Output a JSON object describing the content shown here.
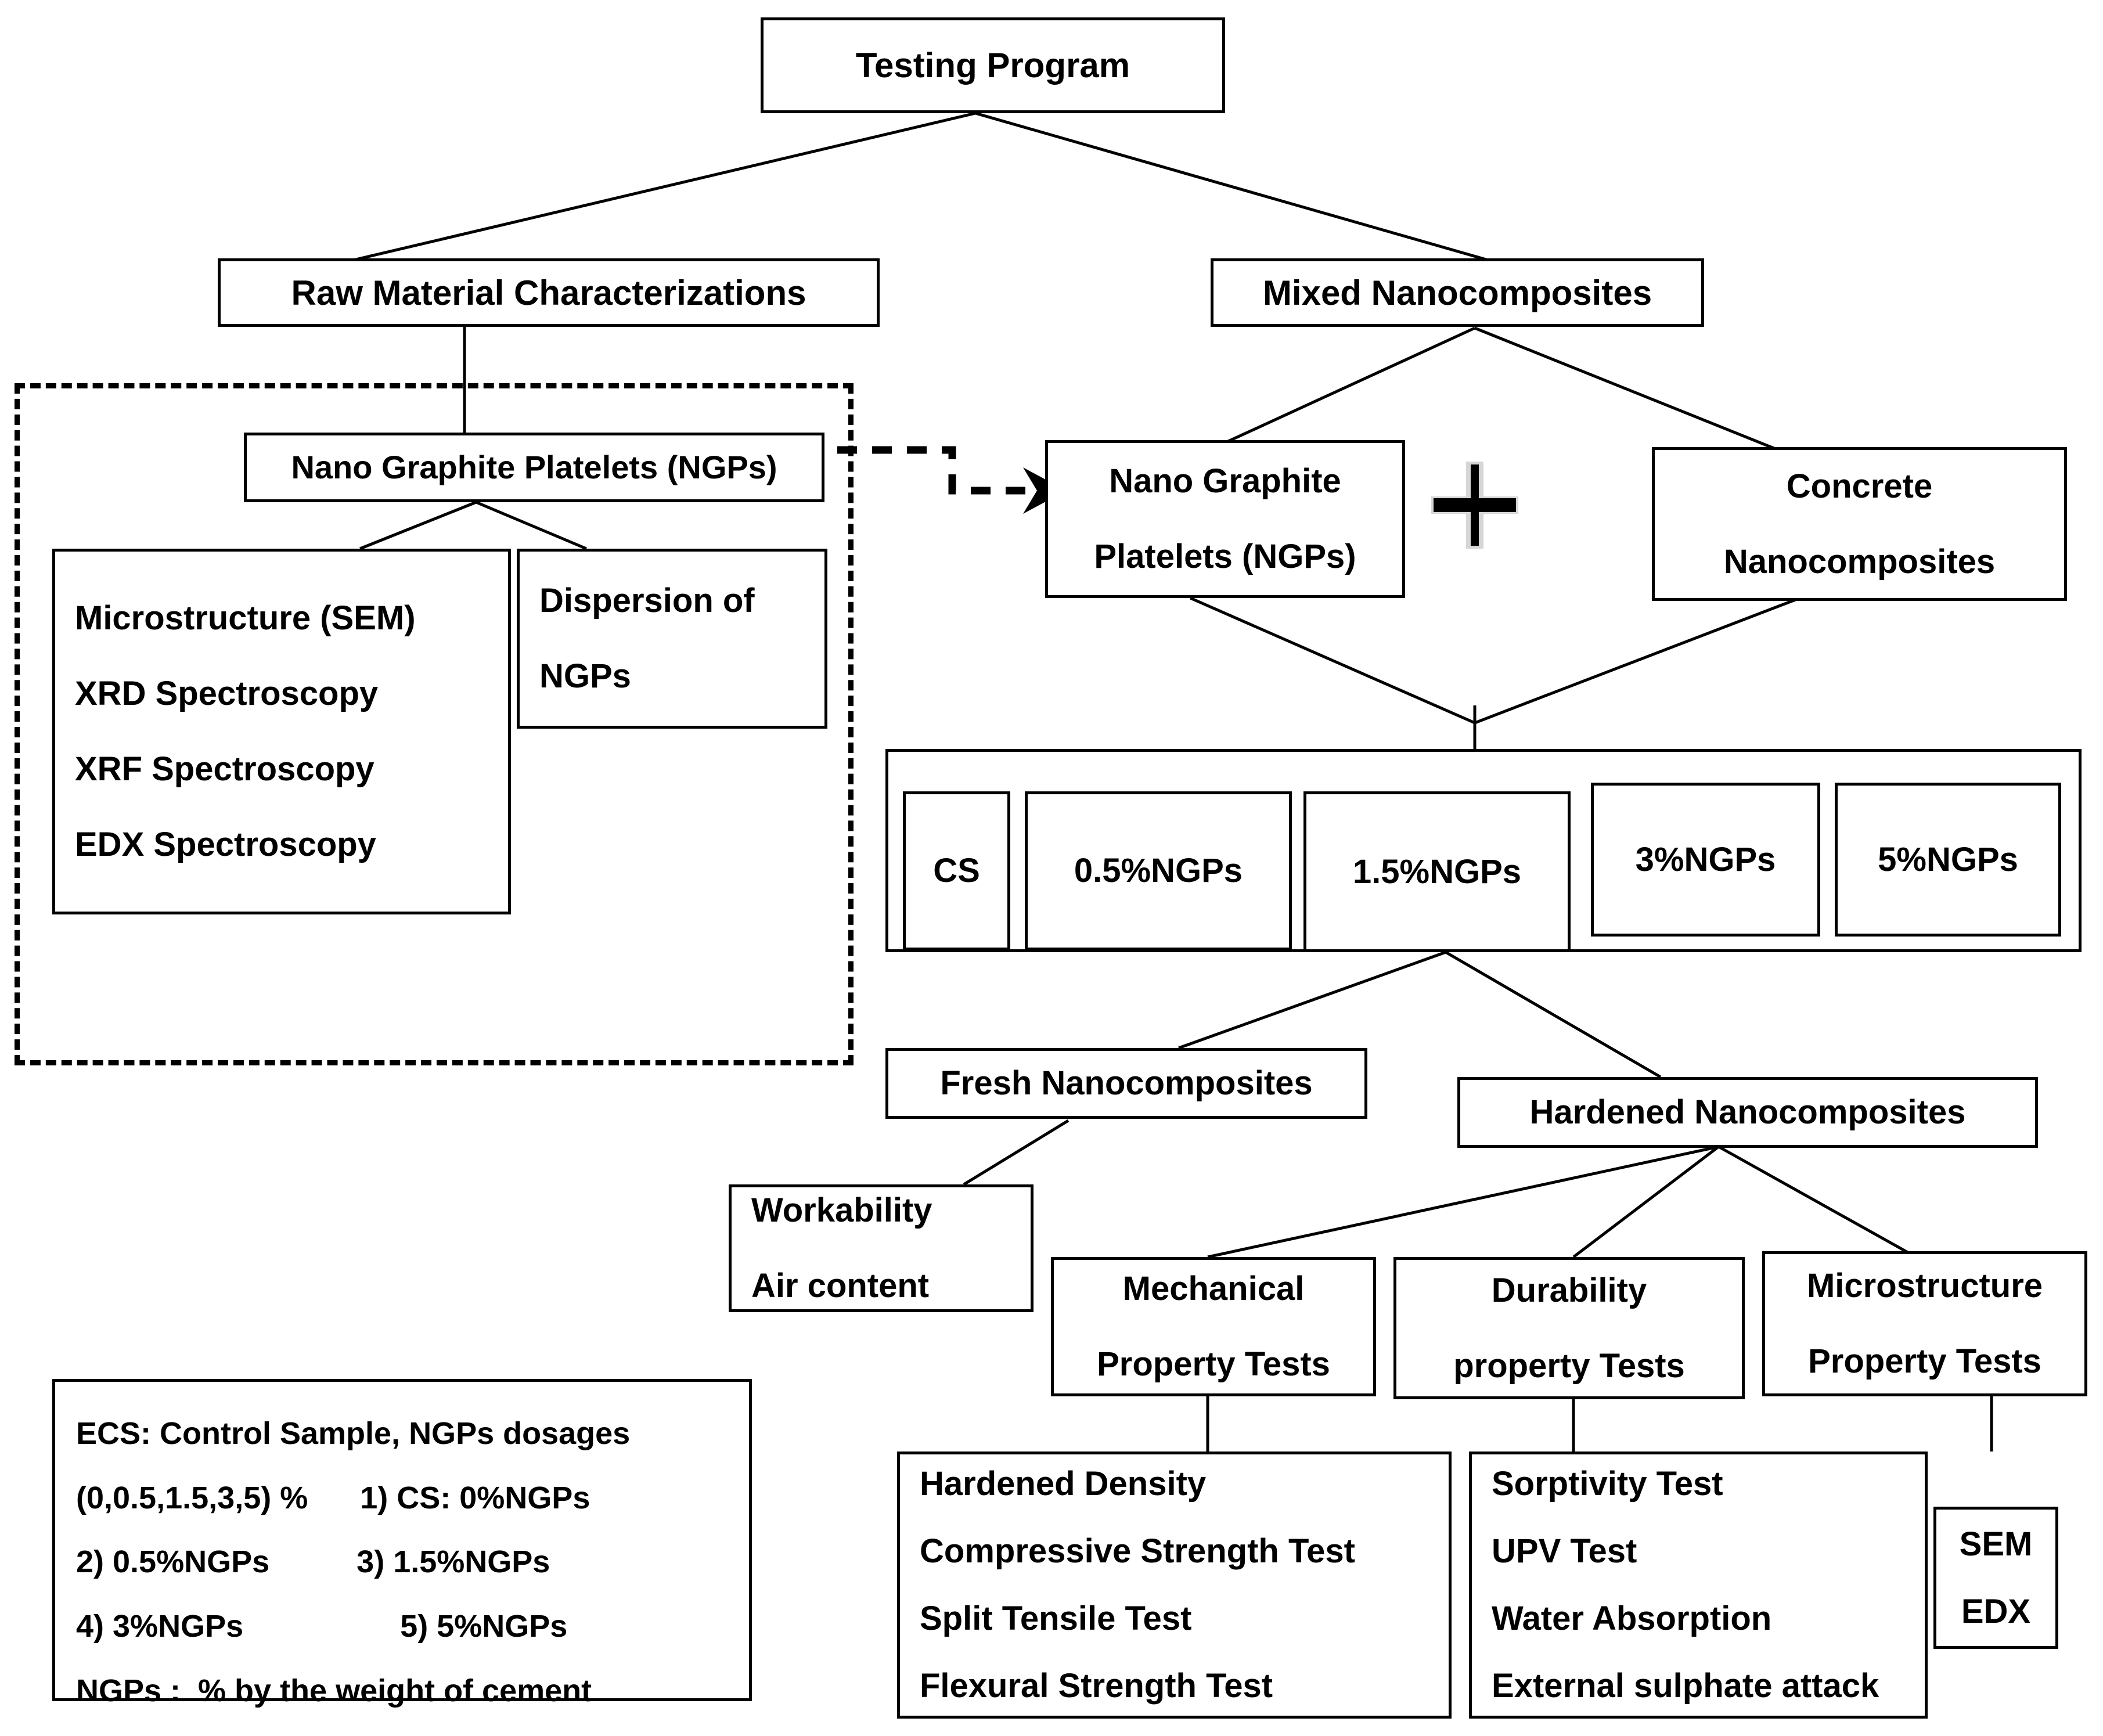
{
  "diagram": {
    "title": "Testing Program flowchart",
    "accent_color": "#000000",
    "background_color": "#ffffff"
  },
  "nodes": {
    "root": {
      "label": "Testing Program"
    },
    "raw_material": {
      "label": "Raw Material Characterizations"
    },
    "mixed_nano": {
      "label": "Mixed Nanocomposites"
    },
    "ngp_left": {
      "label": "Nano Graphite Platelets (NGPs)"
    },
    "raw_tests": {
      "lines": [
        "Microstructure (SEM)",
        "XRD Spectroscopy",
        "XRF Spectroscopy",
        "EDX Spectroscopy"
      ]
    },
    "dispersion": {
      "line1": "Dispersion of",
      "line2": "NGPs"
    },
    "ngp_right": {
      "line1": "Nano Graphite",
      "line2": "Platelets (NGPs)"
    },
    "plus": {
      "icon": "plus-icon",
      "label": "+"
    },
    "concrete_nano": {
      "line1": "Concrete",
      "line2": "Nanocomposites"
    },
    "dosages": [
      {
        "label": "CS"
      },
      {
        "label": "0.5%NGPs"
      },
      {
        "label": "1.5%NGPs"
      },
      {
        "label": "3%NGPs"
      },
      {
        "label": "5%NGPs"
      }
    ],
    "fresh_nano": {
      "label": "Fresh Nanocomposites"
    },
    "hardened_nano": {
      "label": "Hardened Nanocomposites"
    },
    "fresh_tests": {
      "line1": "Workability",
      "line2": "Air content"
    },
    "mechanical": {
      "line1": "Mechanical",
      "line2": "Property Tests"
    },
    "durability": {
      "line1": "Durability",
      "line2": "property Tests"
    },
    "microstructure": {
      "line1": "Microstructure",
      "line2": "Property Tests"
    },
    "mechanical_tests": {
      "lines": [
        "Hardened Density",
        "Compressive Strength Test",
        "Split Tensile Test",
        "Flexural Strength Test"
      ]
    },
    "durability_tests": {
      "lines": [
        "Sorptivity Test",
        "UPV Test",
        "Water Absorption",
        "External sulphate attack"
      ]
    },
    "microstructure_tests": {
      "lines": [
        "SEM",
        "EDX"
      ]
    }
  },
  "legend": {
    "lines": [
      "ECS: Control Sample, NGPs dosages",
      "(0,0.5,1.5,3,5) %      1) CS: 0%NGPs",
      "2) 0.5%NGPs          3) 1.5%NGPs",
      "4) 3%NGPs                  5) 5%NGPs",
      "NGPs :  % by the weight of cement"
    ]
  }
}
